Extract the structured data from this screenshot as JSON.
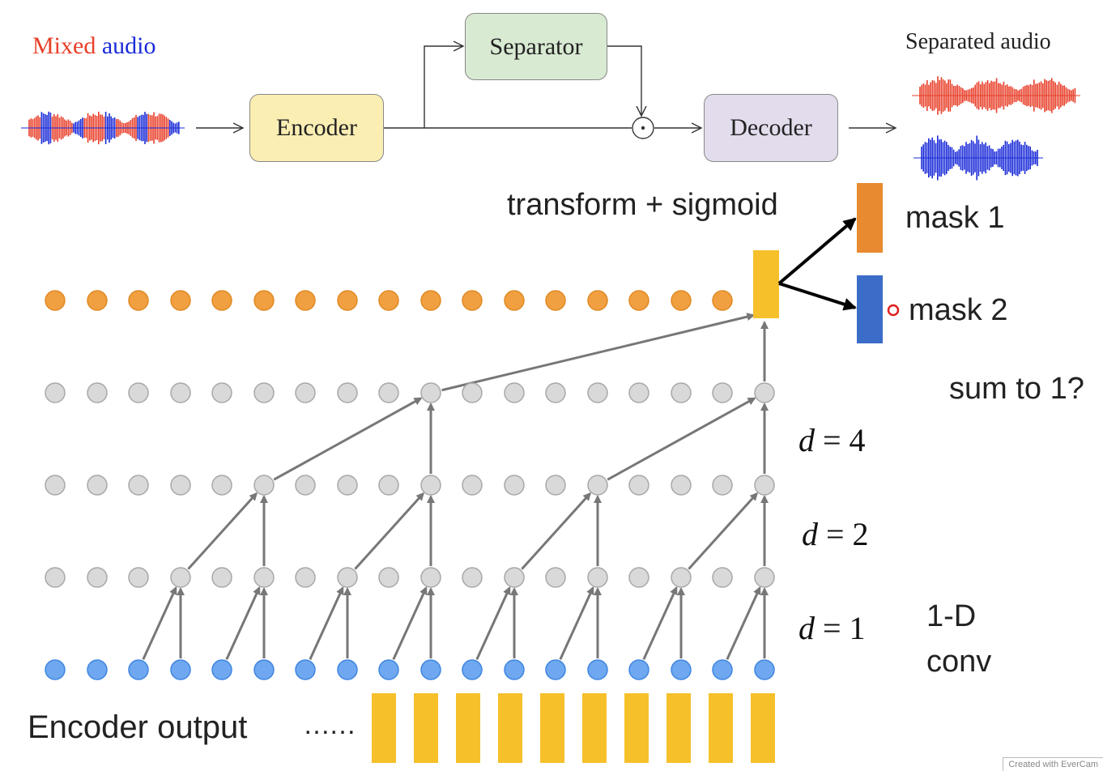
{
  "pipeline": {
    "input_label_part1": "Mixed",
    "input_label_part2": "audio",
    "encoder": "Encoder",
    "separator": "Separator",
    "decoder": "Decoder",
    "multiply_symbol": "⊙",
    "output_label": "Separated audio"
  },
  "separator_detail": {
    "transform_label": "transform + sigmoid",
    "mask1": "mask 1",
    "mask2": "mask 2",
    "question": "sum to 1?",
    "d4": {
      "var": "d",
      "eq": "= 4"
    },
    "d2": {
      "var": "d",
      "eq": "= 2"
    },
    "d1": {
      "var": "d",
      "eq": "= 1"
    },
    "conv_line1": "1-D",
    "conv_line2": "conv",
    "encoder_output": "Encoder output",
    "ellipsis": "……"
  },
  "colors": {
    "mixed_red": "#e8402a",
    "mixed_blue": "#1a2bd8",
    "encoder_fill": "#fbeeb3",
    "separator_fill": "#d9ead3",
    "decoder_fill": "#e3dcec",
    "orange_node": "#f0a040",
    "gray_node": "#d9d9d9",
    "blue_node": "#6fa8f0",
    "yellow_bar": "#f6c02b",
    "mask1": "#e88a30",
    "mask2": "#3b6cc8"
  },
  "watermark": "Created with EverCam"
}
